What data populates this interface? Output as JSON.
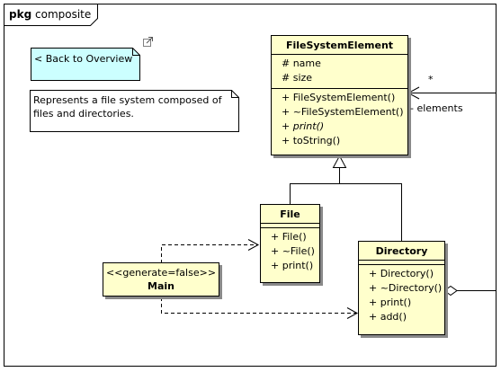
{
  "frame": {
    "keyword": "pkg",
    "name": "composite"
  },
  "back_link": {
    "label": "< Back to Overview"
  },
  "description_note": {
    "lines": [
      "Represents a file system composed of",
      "files and directories."
    ]
  },
  "classes": {
    "file_system_element": {
      "name": "FileSystemElement",
      "attributes": [
        "# name",
        "# size"
      ],
      "operations": [
        "+ FileSystemElement()",
        "+ ~FileSystemElement()",
        "+ print()",
        "+ toString()"
      ]
    },
    "file": {
      "name": "File",
      "operations": [
        "+ File()",
        "+ ~File()",
        "+ print()"
      ]
    },
    "directory": {
      "name": "Directory",
      "operations": [
        "+ Directory()",
        "+ ~Directory()",
        "+ print()",
        "+ add()"
      ]
    },
    "main": {
      "stereotype": "<<generate=false>>",
      "name": "Main"
    }
  },
  "association": {
    "multiplicity": "*",
    "role": "- elements"
  },
  "colors": {
    "class_fill": "#ffffcc",
    "note_fill": "#ccffff",
    "shadow": "#8a8a8a"
  }
}
